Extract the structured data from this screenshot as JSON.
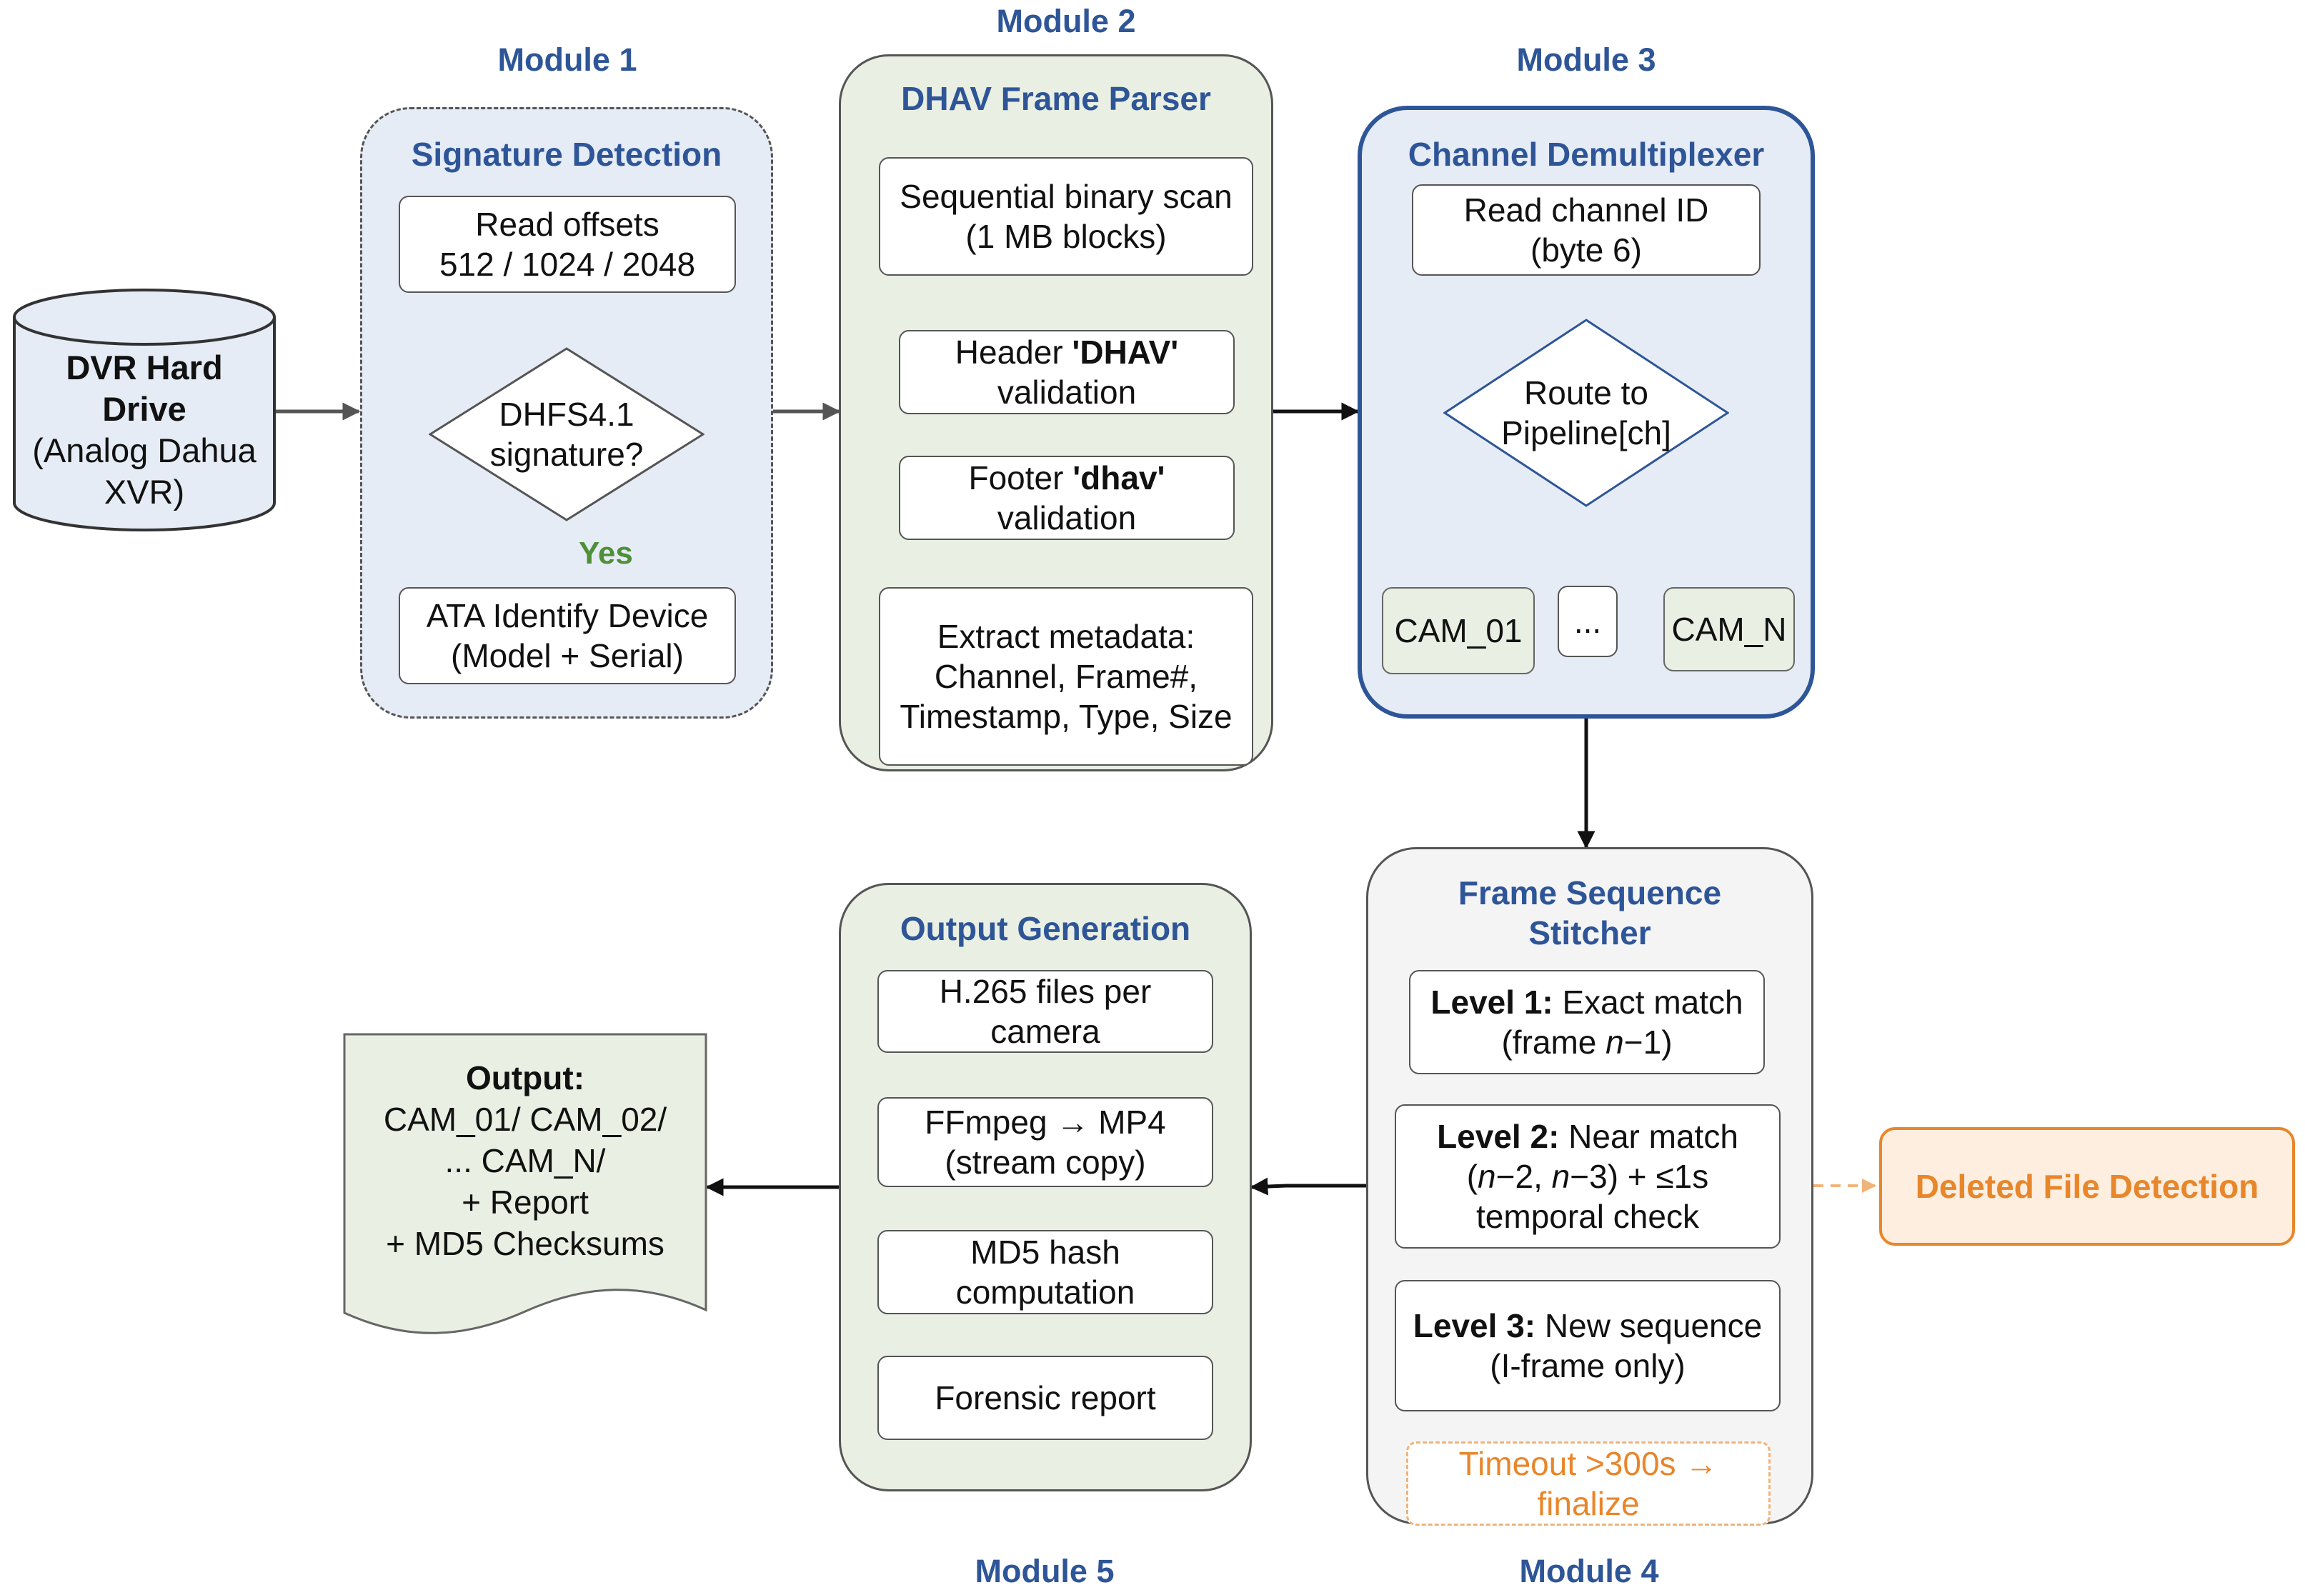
{
  "drive": {
    "line1": "DVR Hard",
    "line2": "Drive",
    "line3": "(Analog Dahua",
    "line4": "XVR)"
  },
  "module1": {
    "label": "Module 1",
    "title": "Signature Detection",
    "read_offsets": {
      "line1": "Read offsets",
      "line2": "512 / 1024 / 2048"
    },
    "decision": {
      "line1": "DHFS4.1",
      "line2": "signature?"
    },
    "yes_label": "Yes",
    "ata": {
      "line1": "ATA Identify Device",
      "line2": "(Model + Serial)"
    }
  },
  "module2": {
    "label": "Module 2",
    "title": "DHAV Frame Parser",
    "scan": {
      "line1": "Sequential binary scan",
      "line2": "(1 MB blocks)"
    },
    "header": {
      "prefix": "Header ",
      "bold": "'DHAV'",
      "line2": "validation"
    },
    "footer": {
      "prefix": "Footer ",
      "bold": "'dhav'",
      "line2": "validation"
    },
    "metadata": {
      "line1": "Extract metadata:",
      "line2": "Channel, Frame#,",
      "line3": "Timestamp, Type, Size"
    }
  },
  "module3": {
    "label": "Module 3",
    "title": "Channel Demultiplexer",
    "read_channel": {
      "line1": "Read channel ID",
      "line2": "(byte 6)"
    },
    "route": {
      "line1": "Route to",
      "line2": "Pipeline[ch]"
    },
    "cams": [
      "CAM_01",
      "...",
      "CAM_N"
    ]
  },
  "module4": {
    "label": "Module 4",
    "title_line1": "Frame Sequence",
    "title_line2": "Stitcher",
    "level1": {
      "bold": "Level 1:",
      "text": " Exact match",
      "line2_pre": "(frame ",
      "line2_var": "n",
      "line2_post": "−1)"
    },
    "level2": {
      "bold": "Level 2:",
      "text": " Near match",
      "l2_a": "(",
      "l2_n1": "n",
      "l2_b": "−2, ",
      "l2_n2": "n",
      "l2_c": "−3) + ≤1s",
      "line3": "temporal check"
    },
    "level3": {
      "bold": "Level 3:",
      "text": " New sequence",
      "line2": "(I-frame only)"
    },
    "timeout": {
      "line1": "Timeout >300s →",
      "line2": "finalize"
    }
  },
  "module5": {
    "label": "Module 5",
    "title": "Output Generation",
    "h265": {
      "line1": "H.265 files per",
      "line2": "camera"
    },
    "ffmpeg": {
      "line1": "FFmpeg → MP4",
      "line2": "(stream copy)"
    },
    "md5": {
      "line1": "MD5 hash",
      "line2": "computation"
    },
    "report": {
      "line1": "Forensic report"
    }
  },
  "output_doc": {
    "title": "Output:",
    "line1": "CAM_01/ CAM_02/",
    "line2": "... CAM_N/",
    "line3": "+ Report",
    "line4": "+ MD5 Checksums"
  },
  "deleted_detection": "Deleted File Detection",
  "colors": {
    "title_blue": "#2e5597",
    "yes_green": "#4e8f37",
    "orange": "#e8862a",
    "panel_blue": "#e6ecf5",
    "panel_green": "#e9efe2",
    "panel_gray": "#f4f4f4"
  }
}
